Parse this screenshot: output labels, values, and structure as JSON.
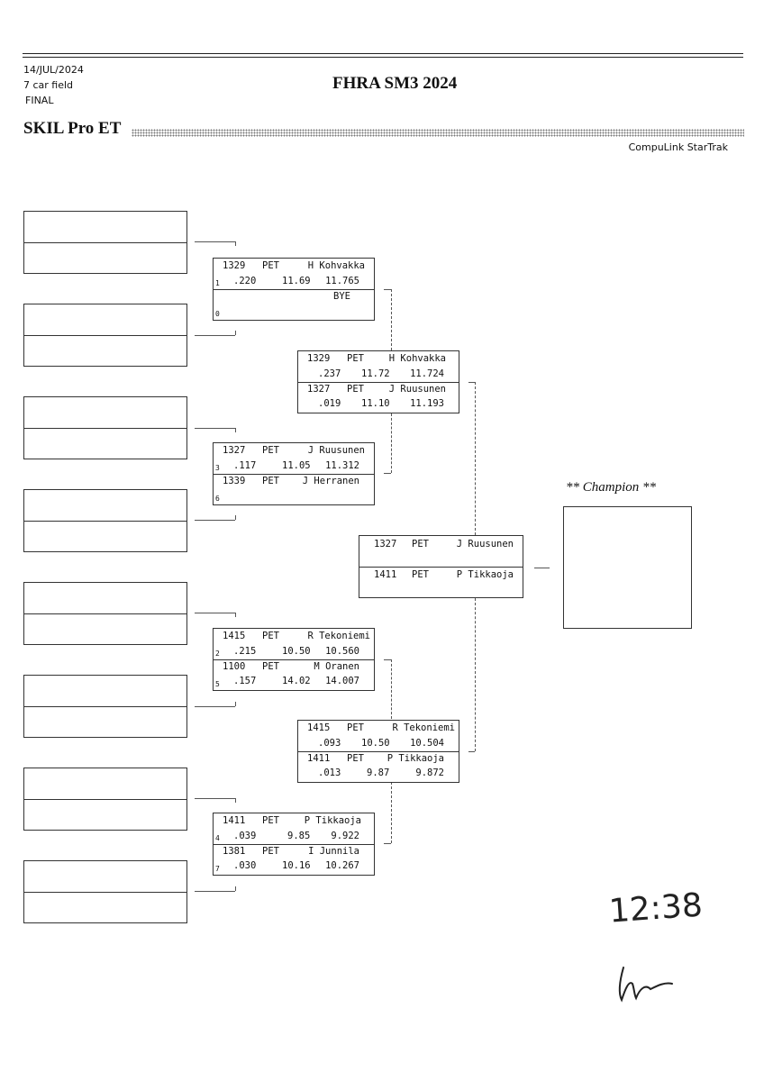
{
  "header": {
    "date": "14/JUL/2024",
    "field": "7 car field",
    "round": "FINAL",
    "event_title": "FHRA SM3 2024",
    "class_title": "SKIL Pro ET",
    "vendor": "CompuLink StarTrak"
  },
  "round1": [
    {
      "top": {
        "num": "1329",
        "cls": "PET",
        "name": "H Kohvakka",
        "seed": "1",
        "rt": ".220",
        "dial": "11.69",
        "et": "11.765"
      },
      "bottom": {
        "num": "",
        "cls": "",
        "name": "BYE",
        "seed": "0",
        "rt": "",
        "dial": "",
        "et": ""
      }
    },
    {
      "top": {
        "num": "1327",
        "cls": "PET",
        "name": "J Ruusunen",
        "seed": "3",
        "rt": ".117",
        "dial": "11.05",
        "et": "11.312"
      },
      "bottom": {
        "num": "1339",
        "cls": "PET",
        "name": "J Herranen",
        "seed": "6",
        "rt": "",
        "dial": "",
        "et": ""
      }
    },
    {
      "top": {
        "num": "1415",
        "cls": "PET",
        "name": "R Tekoniemi",
        "seed": "2",
        "rt": ".215",
        "dial": "10.50",
        "et": "10.560"
      },
      "bottom": {
        "num": "1100",
        "cls": "PET",
        "name": "M Oranen",
        "seed": "5",
        "rt": ".157",
        "dial": "14.02",
        "et": "14.007"
      }
    },
    {
      "top": {
        "num": "1411",
        "cls": "PET",
        "name": "P Tikkaoja",
        "seed": "4",
        "rt": ".039",
        "dial": "9.85",
        "et": "9.922"
      },
      "bottom": {
        "num": "1381",
        "cls": "PET",
        "name": "I Junnila",
        "seed": "7",
        "rt": ".030",
        "dial": "10.16",
        "et": "10.267"
      }
    }
  ],
  "round2": [
    {
      "top": {
        "num": "1329",
        "cls": "PET",
        "name": "H Kohvakka",
        "rt": ".237",
        "dial": "11.72",
        "et": "11.724"
      },
      "bottom": {
        "num": "1327",
        "cls": "PET",
        "name": "J Ruusunen",
        "rt": ".019",
        "dial": "11.10",
        "et": "11.193"
      }
    },
    {
      "top": {
        "num": "1415",
        "cls": "PET",
        "name": "R Tekoniemi",
        "rt": ".093",
        "dial": "10.50",
        "et": "10.504"
      },
      "bottom": {
        "num": "1411",
        "cls": "PET",
        "name": "P Tikkaoja",
        "rt": ".013",
        "dial": "9.87",
        "et": "9.872"
      }
    }
  ],
  "final": {
    "top": {
      "num": "1327",
      "cls": "PET",
      "name": "J Ruusunen"
    },
    "bottom": {
      "num": "1411",
      "cls": "PET",
      "name": "P Tikkaoja"
    }
  },
  "champion_label": "** Champion **",
  "handwritten_time": "12:38"
}
